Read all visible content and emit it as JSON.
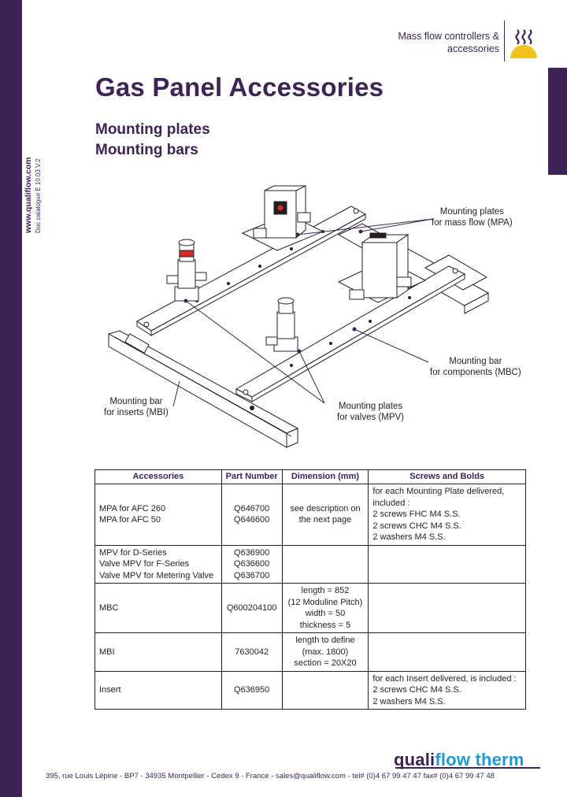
{
  "side": {
    "url": "www.qualiflow.com",
    "ref": "Doc catalogue E 10.03 V.2"
  },
  "header": {
    "line1": "Mass flow controllers &",
    "line2": "accessories",
    "logo_icon": "heat-waves-logo-icon"
  },
  "page": {
    "title": "Gas Panel Accessories",
    "subtitle1": "Mounting plates",
    "subtitle2": "Mounting bars"
  },
  "callouts": {
    "mpa": [
      "Mounting plates",
      "for mass flow (MPA)"
    ],
    "mbc": [
      "Mounting bar",
      "for components (MBC)"
    ],
    "mpv": [
      "Mounting plates",
      "for valves (MPV)"
    ],
    "mbi": [
      "Mounting bar",
      "for inserts (MBI)"
    ]
  },
  "table": {
    "headers": [
      "Accessories",
      "Part Number",
      "Dimension (mm)",
      "Screws and Bolds"
    ],
    "rows": [
      {
        "accessories": [
          "MPA for AFC 260",
          "MPA for AFC 50"
        ],
        "part": [
          "Q646700",
          "Q646600"
        ],
        "dimension": [
          "see description on",
          "the next page"
        ],
        "screws": [
          "for each Mounting Plate delivered,",
          "included :",
          "2 screws FHC M4 S.S.",
          "2 screws CHC M4 S.S.",
          "2 washers M4 S.S."
        ]
      },
      {
        "accessories": [
          "MPV for D-Series",
          "Valve MPV for F-Series",
          "Valve MPV for Metering Valve"
        ],
        "part": [
          "Q636900",
          "Q636600",
          "Q636700"
        ],
        "dimension": [],
        "screws": []
      },
      {
        "accessories": [
          "MBC"
        ],
        "part": [
          "Q600204100"
        ],
        "dimension": [
          "length = 852",
          "(12 Moduline Pitch)",
          "width = 50",
          "thickness = 5"
        ],
        "screws": []
      },
      {
        "accessories": [
          "MBI"
        ],
        "part": [
          "7630042"
        ],
        "dimension": [
          "length to define",
          "(max. 1800)",
          "section = 20X20"
        ],
        "screws": []
      },
      {
        "accessories": [
          "Insert"
        ],
        "part": [
          "Q636950"
        ],
        "dimension": [],
        "screws": [
          "for each Insert delivered, is included :",
          "2 screws CHC M4 S.S.",
          "2 washers M4 S.S."
        ]
      }
    ]
  },
  "brand": {
    "part1": "quali",
    "part2": "flow therm"
  },
  "footer": {
    "address": "395, rue Louis Lépine - BP7 - 34935 Montpellier - Cedex 9 - France - sales@qualiflow.com - tel# (0)4 67 99 47 47   fax# (0)4 67 99 47 48"
  },
  "colors": {
    "brand_purple": "#3d2358",
    "brand_blue": "#1c9bd7",
    "logo_yellow": "#f2c21b"
  }
}
